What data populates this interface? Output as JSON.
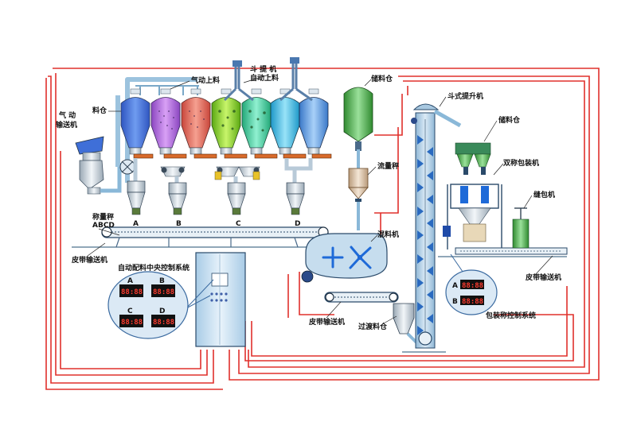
{
  "labels": {
    "pneumatic_conveyor": [
      "气 动",
      "输送机"
    ],
    "silo": "料仓",
    "pneumatic_feed": "气动上料",
    "bucket_feed": [
      "斗 提 机",
      "自动上料"
    ],
    "storage_bin_top": "储料仓",
    "flow_scale": "流量秤",
    "mixer": "混料机",
    "bucket_elevator": "斗式提升机",
    "storage_bin_right": "储料仓",
    "twin_packer": "双称包装机",
    "sewing_machine": "缝包机",
    "weigh_scale": [
      "称量秤",
      "ABCD"
    ],
    "scale_a": "A",
    "scale_b": "B",
    "scale_c": "C",
    "scale_d": "D",
    "belt_conveyor_left": "皮带输送机",
    "central_control": "自动配料中央控制系统",
    "belt_conveyor_right": "皮带输送机",
    "belt_conveyor_bottom": "皮带输送机",
    "transition_bin": "过渡料仓",
    "packing_control": "包装称控制系统"
  },
  "control_panel": {
    "a": "A",
    "b": "B",
    "c": "C",
    "d": "D",
    "readout": "88:88"
  },
  "packing_panel": {
    "a": "A",
    "b": "B",
    "readout": "88:88"
  },
  "colors": {
    "wire": "#e0302c",
    "pipe": "#8ab8d8",
    "silo_blue": "#3f6fd8",
    "silo_purple": "#b06ad8",
    "silo_red": "#e86a5a",
    "silo_green": "#7ed321",
    "silo_teal": "#3fd3a0",
    "silo_cyan": "#3fbfe8",
    "silo_blue2": "#5a9be8",
    "storage_green": "#48a848",
    "cabinet": "#c8dff0"
  }
}
